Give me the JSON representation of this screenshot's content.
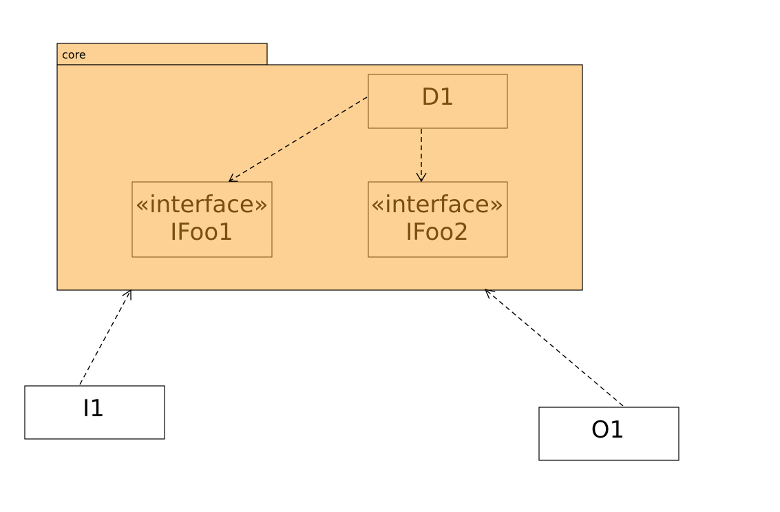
{
  "package": {
    "name": "core",
    "fill_color": "#FDD194",
    "text_color": "#7A4E12"
  },
  "nodes": {
    "d1": {
      "label": "D1"
    },
    "ifoo1": {
      "stereotype": "«interface»",
      "label": "IFoo1"
    },
    "ifoo2": {
      "stereotype": "«interface»",
      "label": "IFoo2"
    },
    "i1": {
      "label": "I1"
    },
    "o1": {
      "label": "O1"
    }
  },
  "edges": [
    {
      "from": "D1",
      "to": "IFoo1",
      "style": "dashed",
      "arrow": "open"
    },
    {
      "from": "D1",
      "to": "IFoo2",
      "style": "dashed",
      "arrow": "open"
    },
    {
      "from": "I1",
      "to": "core",
      "style": "dashed",
      "arrow": "open"
    },
    {
      "from": "O1",
      "to": "core",
      "style": "dashed",
      "arrow": "open"
    }
  ]
}
